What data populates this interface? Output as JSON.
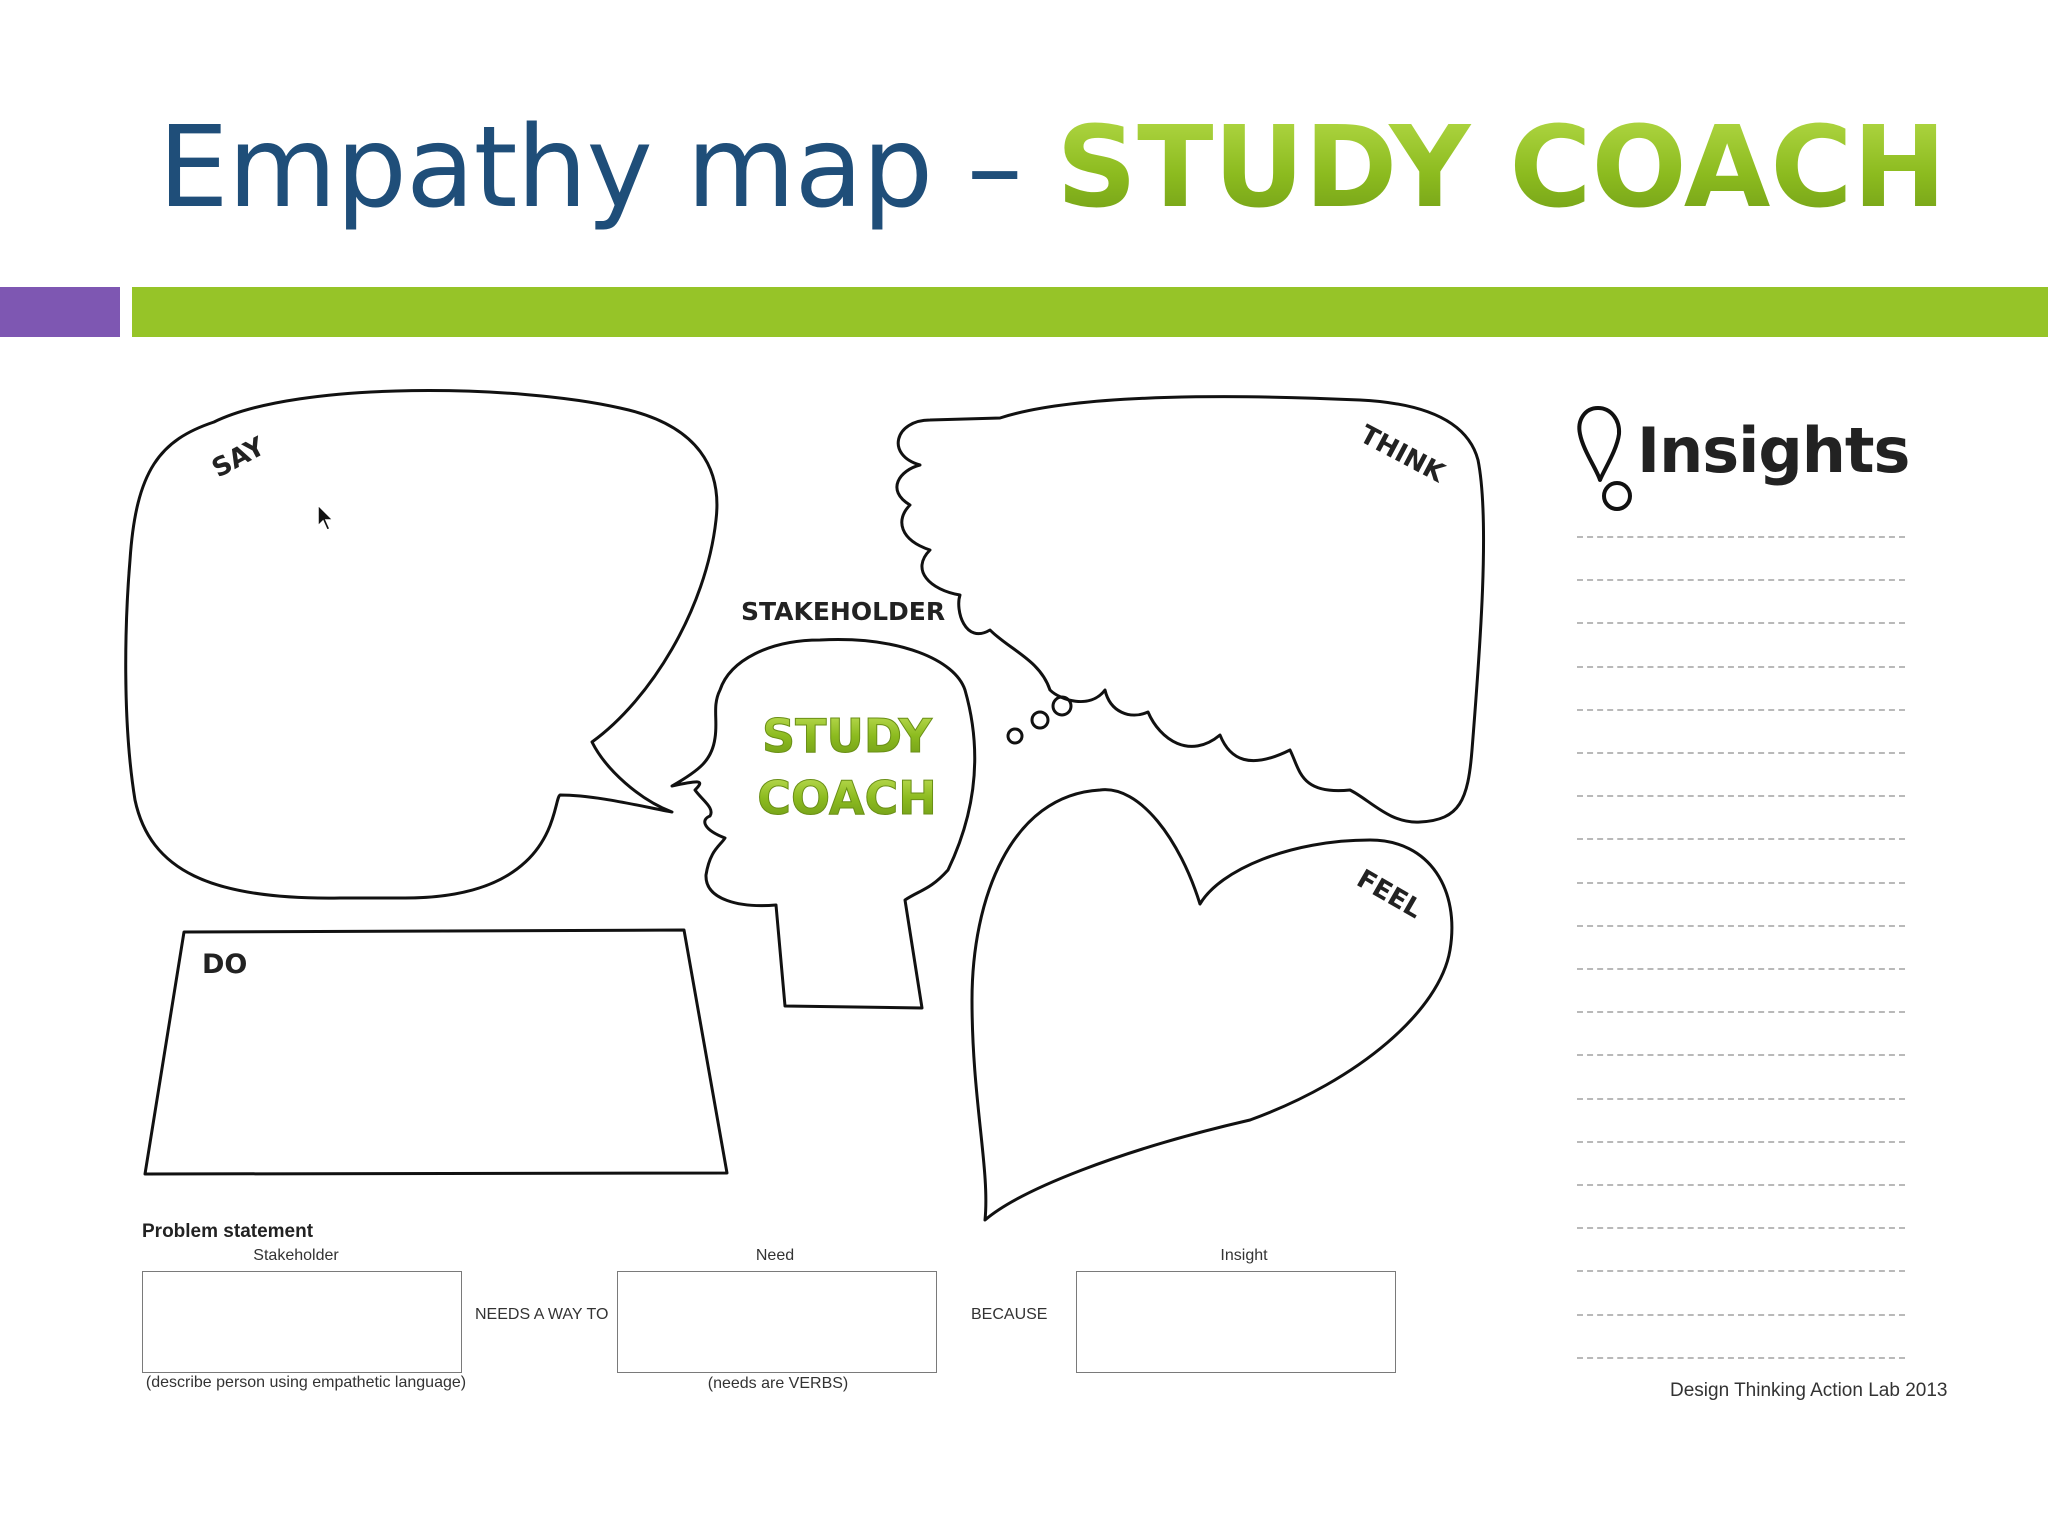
{
  "title": {
    "main": "Empathy map – ",
    "accent": "STUDY COACH"
  },
  "colors": {
    "title_blue": "#1f4e79",
    "accent_green": "#8cbb1f",
    "bar_purple": "#7e57b2",
    "bar_green": "#96c428"
  },
  "map": {
    "say_label": "SAY",
    "think_label": "THINK",
    "feel_label": "FEEL",
    "do_label": "DO",
    "stakeholder_label": "STAKEHOLDER",
    "head_text_line1": "STUDY",
    "head_text_line2": "COACH"
  },
  "insights": {
    "icon": "exclamation-icon",
    "title": "Insights",
    "line_count": 20
  },
  "problem_statement": {
    "title": "Problem statement",
    "stakeholder_label": "Stakeholder",
    "stakeholder_hint": "(describe person using empathetic language)",
    "connector1": "NEEDS A WAY TO",
    "need_label": "Need",
    "need_hint": "(needs are VERBS)",
    "connector2": "BECAUSE",
    "insight_label": "Insight"
  },
  "credit": "Design Thinking Action Lab 2013"
}
